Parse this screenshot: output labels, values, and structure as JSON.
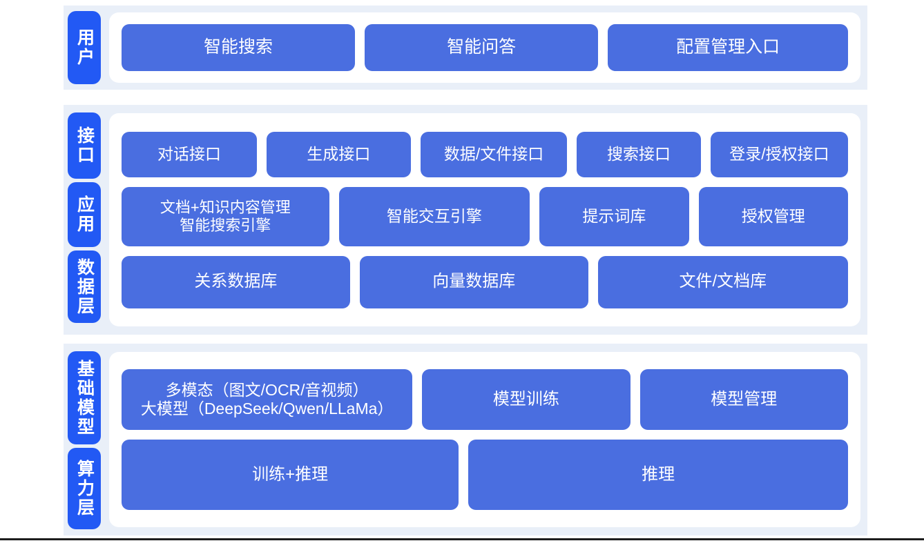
{
  "colors": {
    "band": "#e9eff8",
    "card": "#ffffff",
    "node": "#4a6ee0",
    "chip": "#2259f4",
    "node_text": "#ffffff",
    "rule": "#1c1c1c"
  },
  "sections": [
    {
      "id": "user",
      "layers": [
        {
          "label": "用户"
        }
      ],
      "rows": [
        {
          "id": "user-row",
          "nodes": [
            "智能搜索",
            "智能问答",
            "配置管理入口"
          ]
        }
      ]
    },
    {
      "id": "mid",
      "layers": [
        {
          "label": "接口"
        },
        {
          "label": "应用"
        },
        {
          "label": "数据层"
        }
      ],
      "rows": [
        {
          "id": "interface-row",
          "nodes": [
            "对话接口",
            "生成接口",
            "数据/文件接口",
            "搜索接口",
            "登录/授权接口"
          ]
        },
        {
          "id": "application-row",
          "nodes": [
            "文档+知识内容管理\n智能搜索引擎",
            "智能交互引擎",
            "提示词库",
            "授权管理"
          ]
        },
        {
          "id": "data-row",
          "nodes": [
            "关系数据库",
            "向量数据库",
            "文件/文档库"
          ]
        }
      ]
    },
    {
      "id": "base",
      "layers": [
        {
          "label": "基础模型"
        },
        {
          "label": "算力层"
        }
      ],
      "rows": [
        {
          "id": "model-row",
          "nodes": [
            "多模态（图文/OCR/音视频）\n大模型（DeepSeek/Qwen/LLaMa）",
            "模型训练",
            "模型管理"
          ]
        },
        {
          "id": "compute-row",
          "nodes": [
            "训练+推理",
            "推理"
          ]
        }
      ]
    }
  ]
}
